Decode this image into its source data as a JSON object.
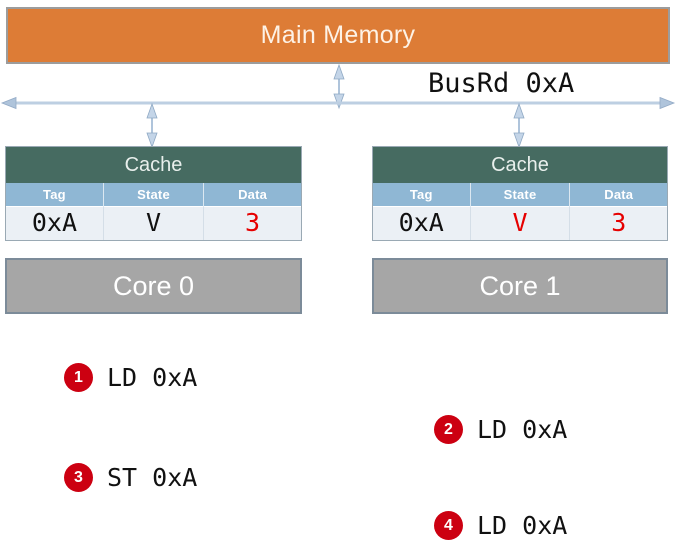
{
  "diagram": {
    "memory": {
      "label": "Main Memory",
      "fill": "#DD7C36",
      "text_color": "#FDF2E6"
    },
    "bus": {
      "message": "BusRd 0xA",
      "line_color": "#AFC4DB"
    },
    "caches": [
      {
        "id": "cache-core-0",
        "title": "Cache",
        "headers": [
          "Tag",
          "State",
          "Data"
        ],
        "row": {
          "tag": "0xA",
          "state": "V",
          "data": "3"
        },
        "highlight": {
          "tag": false,
          "state": false,
          "data": true
        }
      },
      {
        "id": "cache-core-1",
        "title": "Cache",
        "headers": [
          "Tag",
          "State",
          "Data"
        ],
        "row": {
          "tag": "0xA",
          "state": "V",
          "data": "3"
        },
        "highlight": {
          "tag": false,
          "state": true,
          "data": true
        }
      }
    ],
    "cores": [
      {
        "label": "Core 0"
      },
      {
        "label": "Core 1"
      }
    ],
    "highlight_color": "#E60000",
    "header_fill": "#8FB7D4",
    "cache_title_fill": "#466B61",
    "core_fill": "#A6A6A6"
  },
  "steps": [
    {
      "number": "1",
      "text": "LD 0xA"
    },
    {
      "number": "2",
      "text": "LD 0xA"
    },
    {
      "number": "3",
      "text": "ST 0xA"
    },
    {
      "number": "4",
      "text": "LD 0xA"
    }
  ],
  "badge_color": "#CC0011"
}
